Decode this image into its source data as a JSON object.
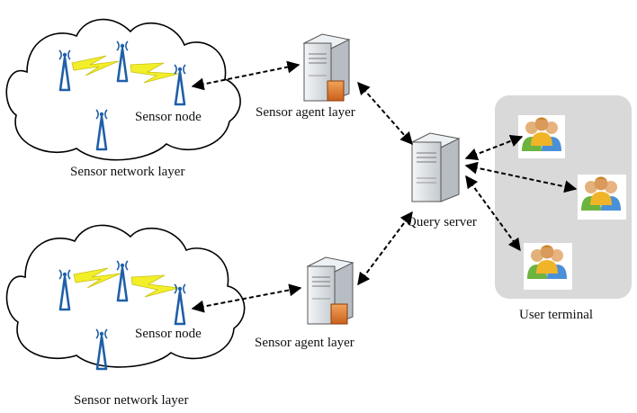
{
  "labels": {
    "sensor_node_top": "Sensor node",
    "sensor_network_layer_top": "Sensor network layer",
    "sensor_agent_layer_top": "Sensor agent layer",
    "query_server": "Query server",
    "sensor_node_bottom": "Sensor node",
    "sensor_network_layer_bottom": "Sensor network layer",
    "sensor_agent_layer_bottom": "Sensor agent layer",
    "user_terminal": "User terminal"
  },
  "colors": {
    "antenna": "#1f5fa8",
    "lightning": "#f2ef2a",
    "panel": "#d9d9d9",
    "server": "#dfe3e7",
    "arrow": "#000000"
  }
}
